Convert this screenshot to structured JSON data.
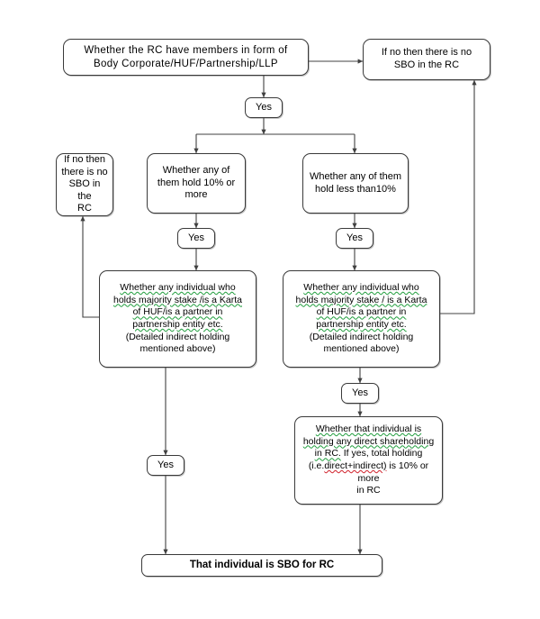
{
  "diagram": {
    "title": "SBO determination flowchart for Reporting Company",
    "line_color": "#404040",
    "box_border_color": "#3a3a3a",
    "spellcheck_green": "#1f9d3c",
    "spellcheck_red": "#d0202a",
    "nodes": {
      "top_question": "Whether the RC have members in form of\nBody Corporate/HUF/Partnership/LLP",
      "top_right_no_sbo": "If no then there is no\nSBO in the RC",
      "yes_1": "Yes",
      "left_no_sbo": "If no then\nthere is no\nSBO in the\nRC",
      "branch_left_question": "Whether any of\nthem hold 10% or\nmore",
      "branch_right_question": "Whether any of them\nhold less than10%",
      "yes_2": "Yes",
      "yes_3": "Yes",
      "karta_left_main": "Whether any individual who\nholds majority stake /is a Karta\nof HUF/is a partner in\npartnership entity etc.",
      "karta_left_note": "(Detailed indirect holding\nmentioned above)",
      "karta_right_main": "Whether any individual who\nholds majority stake / is a Karta\nof HUF/is a partner in\npartnership entity etc.",
      "karta_right_note": "(Detailed indirect holding\nmentioned above)",
      "yes_4": "Yes",
      "direct_holding_underlined": "Whether that individual is\nholding any direct shareholding\nin RC.",
      "direct_holding_rest_a": " If yes, total holding (i.e.",
      "direct_holding_red": "direct+indirect)",
      "direct_holding_rest_b": " is 10% or more\nin RC",
      "yes_5": "Yes",
      "final_result": "That individual is SBO for RC"
    }
  }
}
